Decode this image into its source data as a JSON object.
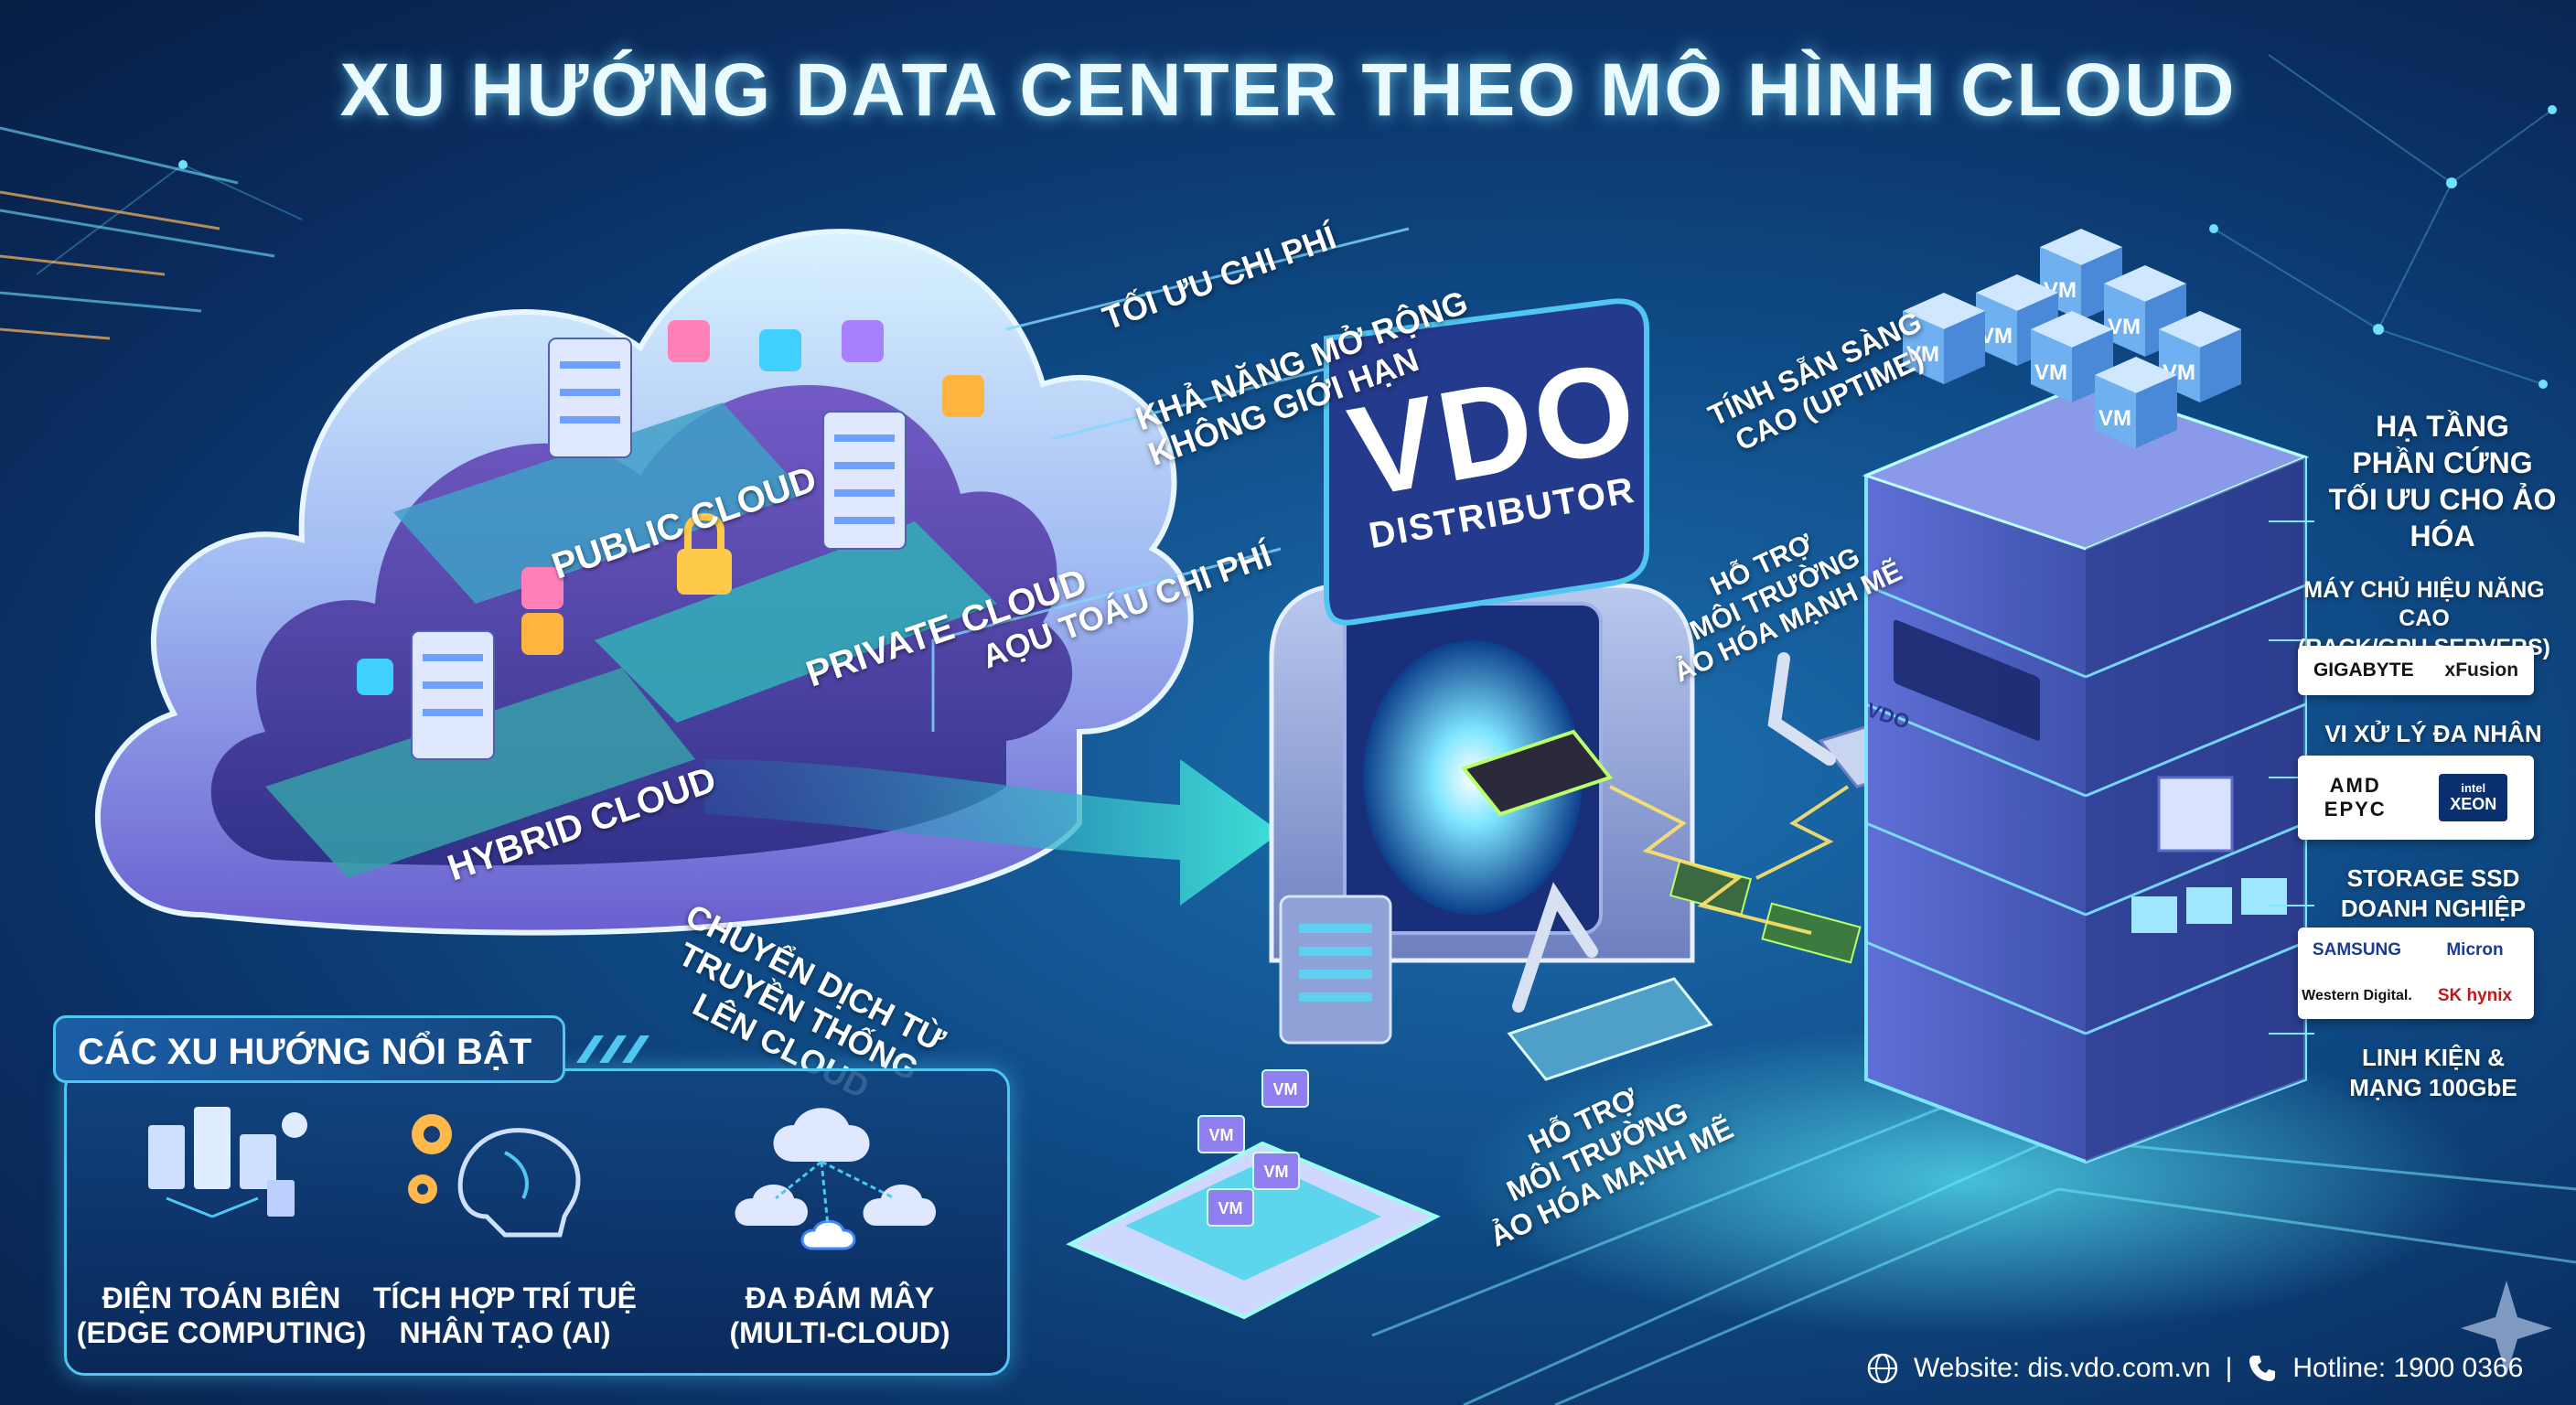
{
  "title": "XU HƯỚNG DATA CENTER THEO MÔ HÌNH CLOUD",
  "clouds": {
    "public": "PUBLIC CLOUD",
    "private": "PRIVATE CLOUD",
    "hybrid": "HYBRID CLOUD"
  },
  "benefits": {
    "cost": "TỐI ƯU CHI PHÍ",
    "scale_line1": "KHẢ NĂNG MỞ RỘNG",
    "scale_line2": "KHÔNG GIỚI HẠN",
    "security": "AỌU TOÁU CHI PHÍ",
    "migration_line1": "CHUYỂN DỊCH TỪ",
    "migration_line2": "TRUYỀN THỐNG",
    "migration_line3": "LÊN CLOUD"
  },
  "vdo": {
    "brand": "VDO",
    "sub": "DISTRIBUTOR",
    "chip": "VDO"
  },
  "server_labels": {
    "uptime_line1": "TÍNH SẴN SÀNG",
    "uptime_line2": "CAO (UPTIME)",
    "virt_top_line1": "HỖ TRỢ",
    "virt_top_line2": "MÔI TRƯỜNG",
    "virt_top_line3": "ẢO HÓA MẠNH MẼ",
    "virt_bottom_line1": "HỖ TRỢ",
    "virt_bottom_line2": "MÔI TRƯỜNG",
    "virt_bottom_line3": "ẢO HÓA MẠNH MẼ",
    "vm": "VM"
  },
  "right_column": {
    "infra_line1": "HẠ TẦNG",
    "infra_line2": "PHẦN CỨNG",
    "infra_line3": "TỐI ƯU CHO ẢO HÓA",
    "servers_line1": "MÁY CHỦ HIỆU NĂNG CAO",
    "servers_line2": "(RACK/GPU SERVERS)",
    "cpu": "VI XỬ LÝ ĐA NHÂN",
    "storage_line1": "STORAGE SSD",
    "storage_line2": "DOANH NGHIỆP",
    "network_line1": "LINH KIỆN &",
    "network_line2": "MẠNG 100GbE"
  },
  "brands": {
    "gigabyte": "GIGABYTE",
    "xfusion": "xFusion",
    "amd_line1": "AMD",
    "amd_line2": "EPYC",
    "intel_line1": "intel",
    "intel_line2": "XEON",
    "samsung": "SAMSUNG",
    "micron": "Micron",
    "wd": "Western Digital.",
    "skhynix": "SK hynix"
  },
  "trends": {
    "heading": "CÁC XU HƯỚNG NỔI BẬT",
    "items": [
      {
        "line1": "ĐIỆN TOÁN BIÊN",
        "line2": "(EDGE COMPUTING)",
        "icon": "edge-computing-icon"
      },
      {
        "line1": "TÍCH HỢP TRÍ TUỆ",
        "line2": "NHÂN TẠO (AI)",
        "icon": "ai-brain-icon"
      },
      {
        "line1": "ĐA ĐÁM MÂY",
        "line2": "(MULTI-CLOUD)",
        "icon": "multi-cloud-icon"
      }
    ]
  },
  "footer": {
    "website": "Website: dis.vdo.com.vn",
    "separator": "|",
    "hotline": "Hotline: 1900 0366"
  },
  "colors": {
    "accent": "#4fc7f0",
    "cloud": "#7a8fe8",
    "background": "#0f4b86"
  }
}
